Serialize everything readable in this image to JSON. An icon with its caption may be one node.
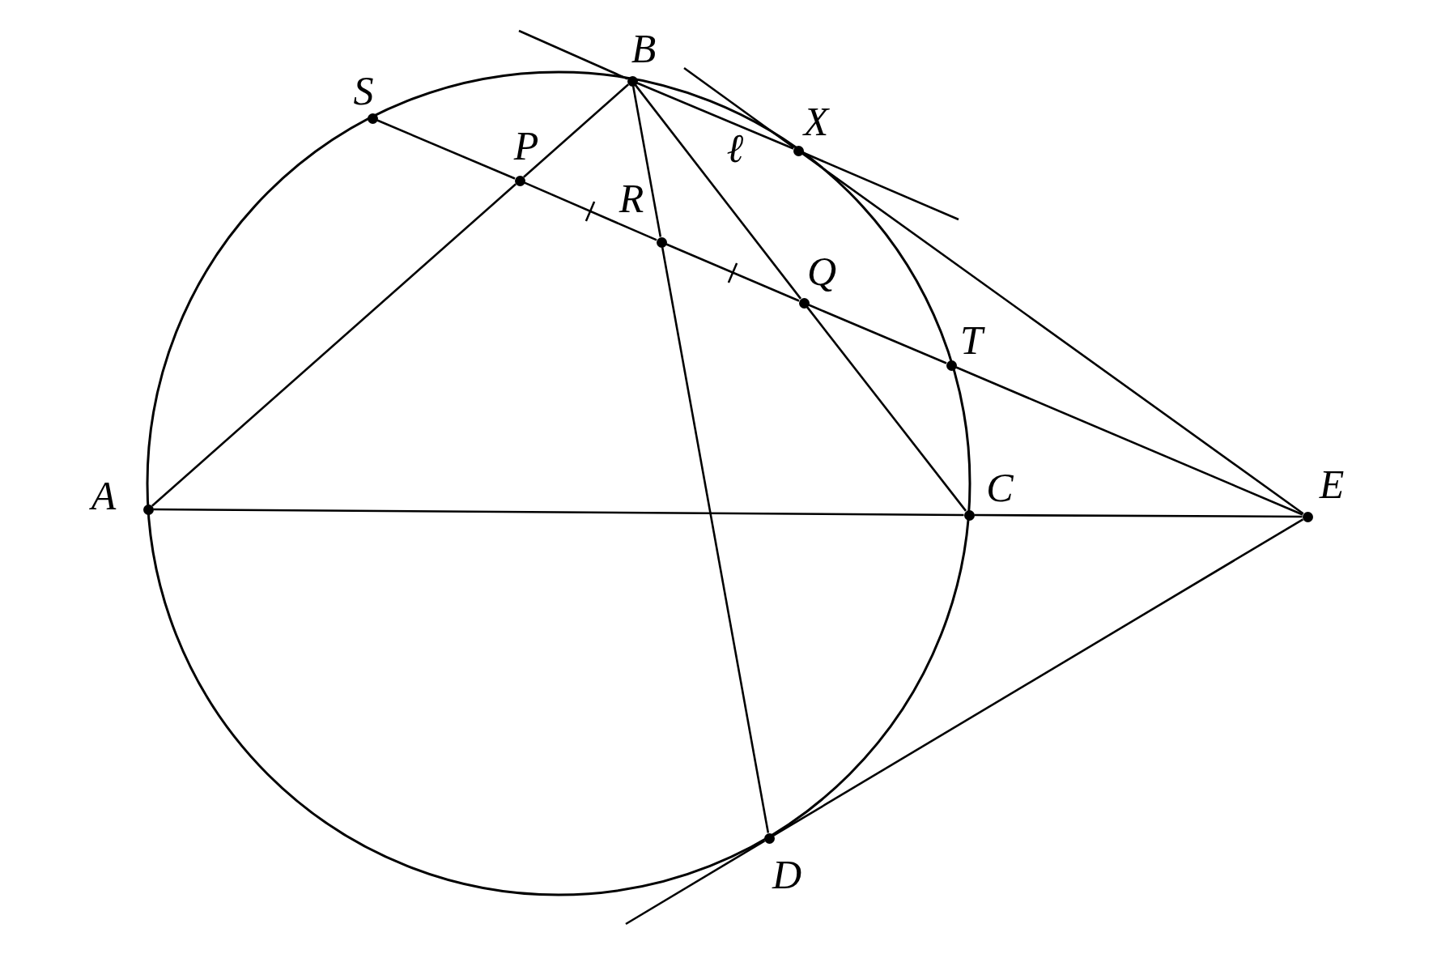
{
  "diagram": {
    "nodes": [
      {
        "text": [
          "A"
        ]
      },
      {
        "text": [
          "B"
        ]
      },
      {
        "text": [
          "S"
        ]
      },
      {
        "text": [
          "P"
        ]
      },
      {
        "text": [
          "R"
        ]
      },
      {
        "text": [
          "Q"
        ]
      },
      {
        "text": [
          "T"
        ]
      },
      {
        "text": [
          "C"
        ]
      },
      {
        "text": [
          "E"
        ]
      },
      {
        "text": [
          "D"
        ]
      },
      {
        "text": [
          "X"
        ]
      }
    ],
    "edges": [
      {
        "from": 0,
        "to": 3,
        "arrow": "none"
      },
      {
        "from": 3,
        "to": 1,
        "arrow": "none"
      },
      {
        "from": 1,
        "to": 5,
        "arrow": "none"
      },
      {
        "from": 5,
        "to": 7,
        "arrow": "none"
      },
      {
        "from": 0,
        "to": 7,
        "arrow": "none"
      },
      {
        "from": 7,
        "to": 8,
        "arrow": "none"
      },
      {
        "from": 2,
        "to": 3,
        "arrow": "none"
      },
      {
        "from": 3,
        "to": 4,
        "arrow": "none"
      },
      {
        "from": 4,
        "to": 5,
        "arrow": "none"
      },
      {
        "from": 5,
        "to": 6,
        "arrow": "none"
      },
      {
        "from": 6,
        "to": 8,
        "arrow": "none"
      },
      {
        "from": 1,
        "to": 4,
        "arrow": "none"
      },
      {
        "from": 4,
        "to": 9,
        "arrow": "none"
      },
      {
        "from": 1,
        "to": 10,
        "arrow": "none",
        "label": "ℓ"
      },
      {
        "from": 10,
        "to": 8,
        "arrow": "none"
      },
      {
        "from": 9,
        "to": 8,
        "arrow": "none"
      },
      {
        "from": null,
        "to": 1,
        "arrow": "none"
      },
      {
        "from": 10,
        "to": null,
        "arrow": "none"
      },
      {
        "from": null,
        "to": 10,
        "arrow": "none"
      },
      {
        "from": null,
        "to": 9,
        "arrow": "none"
      }
    ]
  }
}
